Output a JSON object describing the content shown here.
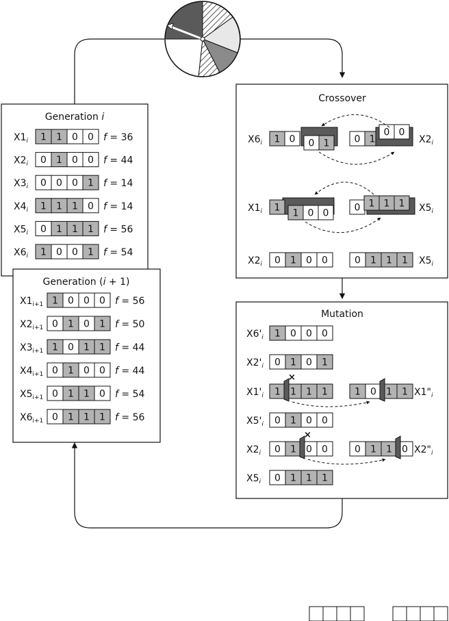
{
  "palette": {
    "gray": "#b3b3b3",
    "dark": "#5a5a5a",
    "light": "#e8e8e8",
    "line": "#111111"
  },
  "generation_i": {
    "title": "Generation ",
    "title_var": "i",
    "rows": [
      {
        "name": "X1",
        "sub": "i",
        "bits": [
          "1",
          "1",
          "0",
          "0"
        ],
        "shade": [
          1,
          1,
          0,
          0
        ],
        "fitness": "36"
      },
      {
        "name": "X2",
        "sub": "i",
        "bits": [
          "0",
          "1",
          "0",
          "0"
        ],
        "shade": [
          0,
          1,
          0,
          0
        ],
        "fitness": "44"
      },
      {
        "name": "X3",
        "sub": "i",
        "bits": [
          "0",
          "0",
          "0",
          "1"
        ],
        "shade": [
          0,
          0,
          0,
          1
        ],
        "fitness": "14"
      },
      {
        "name": "X4",
        "sub": "i",
        "bits": [
          "1",
          "1",
          "1",
          "0"
        ],
        "shade": [
          1,
          1,
          1,
          0
        ],
        "fitness": "14"
      },
      {
        "name": "X5",
        "sub": "i",
        "bits": [
          "0",
          "1",
          "1",
          "1"
        ],
        "shade": [
          0,
          1,
          1,
          1
        ],
        "fitness": "56"
      },
      {
        "name": "X6",
        "sub": "i",
        "bits": [
          "1",
          "0",
          "0",
          "1"
        ],
        "shade": [
          1,
          0,
          0,
          1
        ],
        "fitness": "54"
      }
    ]
  },
  "generation_next": {
    "title": "Generation (",
    "title_var": "i",
    "title_tail": " + 1)",
    "rows": [
      {
        "name": "X1",
        "sub": "i+1",
        "bits": [
          "1",
          "0",
          "0",
          "0"
        ],
        "shade": [
          1,
          0,
          0,
          0
        ],
        "fitness": "56"
      },
      {
        "name": "X2",
        "sub": "i+1",
        "bits": [
          "0",
          "1",
          "0",
          "1"
        ],
        "shade": [
          0,
          1,
          0,
          1
        ],
        "fitness": "50"
      },
      {
        "name": "X3",
        "sub": "i+1",
        "bits": [
          "1",
          "0",
          "1",
          "1"
        ],
        "shade": [
          1,
          0,
          1,
          1
        ],
        "fitness": "44"
      },
      {
        "name": "X4",
        "sub": "i+1",
        "bits": [
          "0",
          "1",
          "0",
          "0"
        ],
        "shade": [
          0,
          1,
          0,
          0
        ],
        "fitness": "44"
      },
      {
        "name": "X5",
        "sub": "i+1",
        "bits": [
          "0",
          "1",
          "1",
          "0"
        ],
        "shade": [
          0,
          1,
          1,
          0
        ],
        "fitness": "54"
      },
      {
        "name": "X6",
        "sub": "i+1",
        "bits": [
          "0",
          "1",
          "1",
          "1"
        ],
        "shade": [
          0,
          1,
          1,
          1
        ],
        "fitness": "56"
      }
    ]
  },
  "fitness_label": "f",
  "crossover": {
    "title": "Crossover",
    "pair1": {
      "left_label": "X6",
      "left_sub": "i",
      "left_bits": [
        "1",
        "0",
        "0",
        "1"
      ],
      "left_shade": [
        1,
        0,
        0,
        1
      ],
      "right_label": "X2",
      "right_sub": "i",
      "right_bits": [
        "0",
        "1",
        "0",
        "0"
      ],
      "right_shade": [
        0,
        1,
        0,
        0
      ]
    },
    "pair2": {
      "left_label": "X1",
      "left_sub": "i",
      "left_bits": [
        "1",
        "1",
        "0",
        "0"
      ],
      "left_shade": [
        1,
        1,
        0,
        0
      ],
      "right_label": "X5",
      "right_sub": "i",
      "right_bits": [
        "0",
        "1",
        "1",
        "1"
      ],
      "right_shade": [
        0,
        1,
        1,
        1
      ]
    },
    "unchanged": {
      "left_label": "X2",
      "left_sub": "i",
      "left_bits": [
        "0",
        "1",
        "0",
        "0"
      ],
      "left_shade": [
        0,
        1,
        0,
        0
      ],
      "right_label": "X5",
      "right_sub": "i",
      "right_bits": [
        "0",
        "1",
        "1",
        "1"
      ],
      "right_shade": [
        0,
        1,
        1,
        1
      ]
    }
  },
  "mutation": {
    "title": "Mutation",
    "rows": [
      {
        "name": "X6'",
        "sub": "i",
        "bits": [
          "1",
          "0",
          "0",
          "0"
        ],
        "shade": [
          1,
          0,
          0,
          0
        ]
      },
      {
        "name": "X2'",
        "sub": "i",
        "bits": [
          "0",
          "1",
          "0",
          "1"
        ],
        "shade": [
          0,
          1,
          0,
          1
        ]
      },
      {
        "name": "X1'",
        "sub": "i",
        "bits": [
          "1",
          "1",
          "1",
          "1"
        ],
        "shade": [
          1,
          1,
          1,
          1
        ],
        "flip_index": 1,
        "result_name": "X1\"",
        "result_sub": "i",
        "result_bits": [
          "1",
          "0",
          "1",
          "1"
        ],
        "result_shade": [
          1,
          0,
          1,
          1
        ]
      },
      {
        "name": "X5'",
        "sub": "i",
        "bits": [
          "0",
          "1",
          "0",
          "0"
        ],
        "shade": [
          0,
          1,
          0,
          0
        ]
      },
      {
        "name": "X2",
        "sub": "i",
        "bits": [
          "0",
          "1",
          "0",
          "0"
        ],
        "shade": [
          0,
          1,
          0,
          0
        ],
        "flip_index": 2,
        "result_name": "X2\"",
        "result_sub": "i",
        "result_bits": [
          "0",
          "1",
          "1",
          "0"
        ],
        "result_shade": [
          0,
          1,
          1,
          0
        ]
      },
      {
        "name": "X5",
        "sub": "i",
        "bits": [
          "0",
          "1",
          "1",
          "1"
        ],
        "shade": [
          0,
          1,
          1,
          1
        ]
      }
    ],
    "flip_mark": "×"
  }
}
